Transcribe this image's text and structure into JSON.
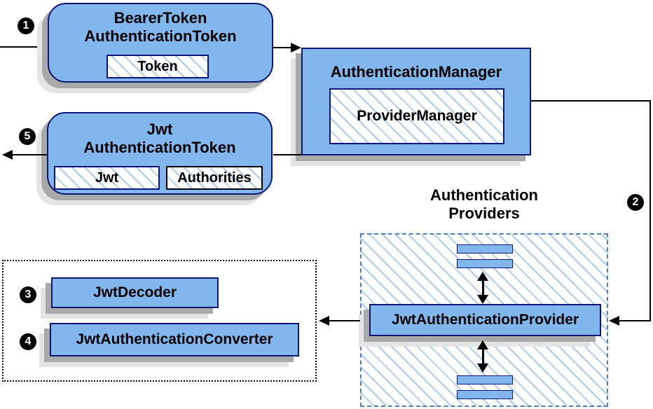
{
  "diagram": {
    "subject": "JWT authentication flow",
    "steps": [
      "1",
      "2",
      "3",
      "4",
      "5"
    ],
    "nodes": {
      "bearer_token": {
        "title_line1": "BearerToken",
        "title_line2": "AuthenticationToken",
        "chip": "Token"
      },
      "auth_manager": {
        "title": "AuthenticationManager",
        "chip": "ProviderManager"
      },
      "jwt_token": {
        "title_line1": "Jwt",
        "title_line2": "AuthenticationToken",
        "chip_jwt": "Jwt",
        "chip_authorities": "Authorities"
      },
      "providers_group": {
        "label_line1": "Authentication",
        "label_line2": "Providers",
        "provider": "JwtAuthenticationProvider"
      },
      "decoder_group": {
        "decoder": "JwtDecoder",
        "converter": "JwtAuthenticationConverter"
      }
    },
    "colors": {
      "node_fill": "#82b7ee",
      "node_border": "#0d1578",
      "hatch_line": "#a8ccf2",
      "providers_dashed_border": "#4d7ebf",
      "shadow_dark": "#a9a9a9",
      "shadow_light": "#e4e4e4",
      "arrow": "#000000",
      "step_circle": "#000000",
      "step_digit": "#ffffff"
    }
  }
}
